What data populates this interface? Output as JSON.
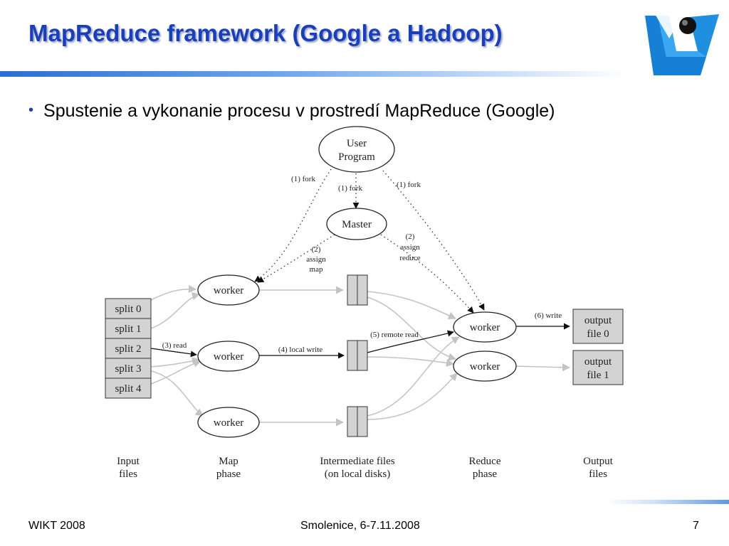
{
  "slide": {
    "title": "MapReduce framework (Google a Hadoop)",
    "bullet": "Spustenie a vykonanie procesu v prostredí MapReduce (Google)"
  },
  "footer": {
    "left": "WIKT 2008",
    "center": "Smolenice, 6-7.11.2008",
    "page_number": "7"
  },
  "diagram": {
    "user_program": [
      "User",
      "Program"
    ],
    "master": "Master",
    "fork_labels": [
      "(1) fork",
      "(1) fork",
      "(1) fork"
    ],
    "assign_map": [
      "(2)",
      "assign",
      "map"
    ],
    "assign_reduce": [
      "(2)",
      "assign",
      "reduce"
    ],
    "splits": [
      "split 0",
      "split 1",
      "split 2",
      "split 3",
      "split 4"
    ],
    "map_workers": [
      "worker",
      "worker",
      "worker"
    ],
    "reduce_workers": [
      "worker",
      "worker"
    ],
    "outputs": [
      [
        "output",
        "file 0"
      ],
      [
        "output",
        "file 1"
      ]
    ],
    "read_label": "(3) read",
    "local_write_label": "(4) local write",
    "remote_read_label": "(5) remote read",
    "write_label": "(6) write",
    "columns": {
      "input": [
        "Input",
        "files"
      ],
      "map": [
        "Map",
        "phase"
      ],
      "intermediate": [
        "Intermediate files",
        "(on local disks)"
      ],
      "reduce": [
        "Reduce",
        "phase"
      ],
      "output": [
        "Output",
        "files"
      ]
    }
  },
  "colors": {
    "title": "#1a3fb8",
    "box_fill": "#d3d3d3",
    "logo_blue": "#1f8fe0",
    "gray_arrow": "#c4c4c4"
  }
}
